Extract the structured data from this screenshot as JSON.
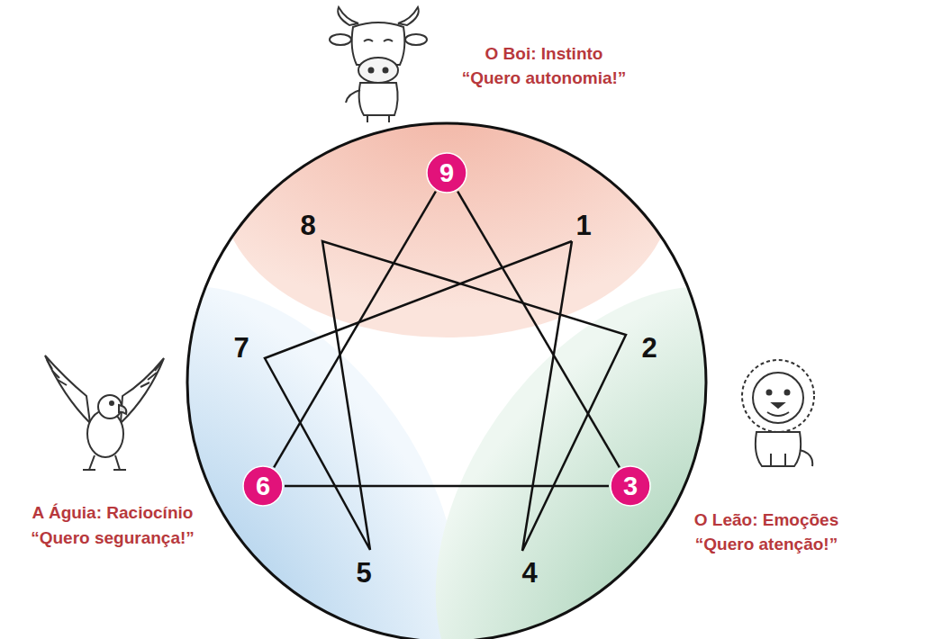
{
  "diagram": {
    "nodes": [
      {
        "text": [
          "9"
        ]
      },
      {
        "text": [
          "6"
        ]
      },
      {
        "text": [
          "3"
        ]
      }
    ],
    "edges": [
      {
        "from": 0,
        "to": 2,
        "arrow": "none"
      },
      {
        "from": 2,
        "to": 1,
        "arrow": "none"
      },
      {
        "from": 1,
        "to": 0,
        "arrow": "none"
      }
    ],
    "labels": [
      "O Boi: Instinto",
      "“Quero autonomia!”",
      "A Águia: Raciocínio",
      "“Quero segurança!”",
      "O Leão: Emoções",
      "“Quero atenção!”",
      "8",
      "1",
      "7",
      "2",
      "5",
      "4"
    ]
  }
}
